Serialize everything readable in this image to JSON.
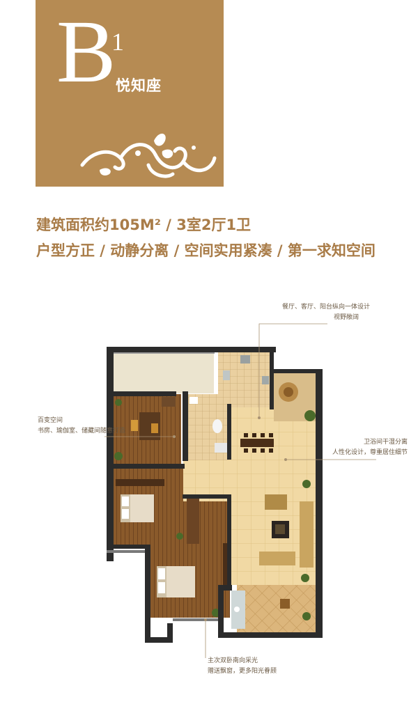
{
  "header": {
    "letter": "B",
    "superscript": "1",
    "unit_name": "悦知座",
    "background_color": "#b68b53"
  },
  "headlines": {
    "line1": "建筑面积约105M² / 3室2厅1卫",
    "line2": "户型方正 / 动静分离 / 空间实用紧凑 / 第一求知空间"
  },
  "annotations": {
    "top": {
      "line1": "餐厅、客厅、阳台纵向一体设计",
      "line2": "视野敞阔"
    },
    "left": {
      "line1": "百变空间",
      "line2": "书房、瑜伽室、储藏间随意打造"
    },
    "right": {
      "line1": "卫浴间干湿分离",
      "line2": "人性化设计，尊重居住细节"
    },
    "bottom": {
      "line1": "主次双卧南向采光",
      "line2": "赠送飘窗，更多阳光眷顾"
    }
  },
  "colors": {
    "accent": "#a97c48",
    "wall": "#2b2b2b",
    "wood_floor": "#8a5a2b",
    "tile_floor": "#f1d9a4",
    "parquet": "#d9b47a"
  }
}
